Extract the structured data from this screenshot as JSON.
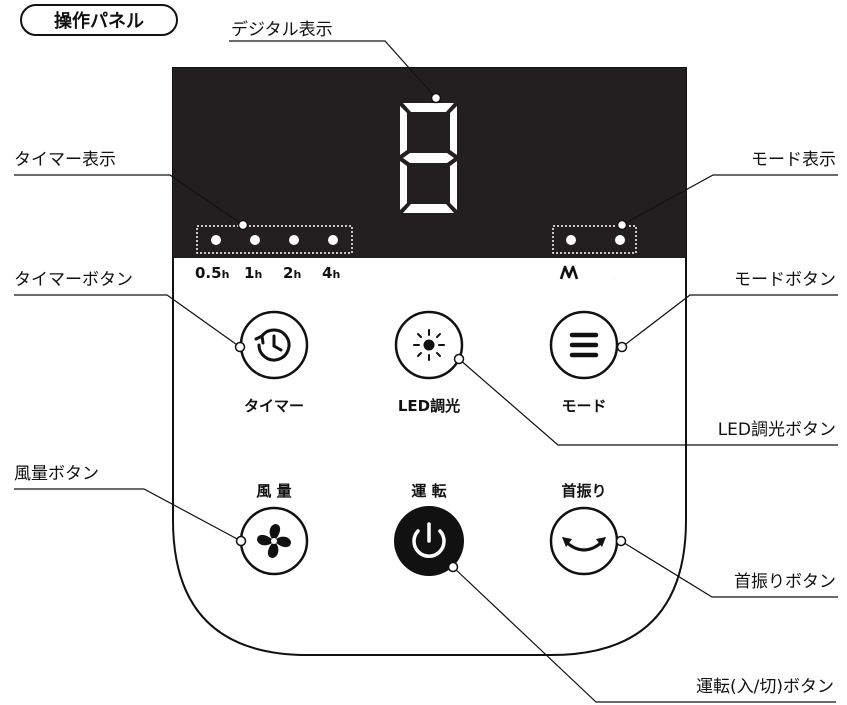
{
  "title": "操作パネル",
  "callouts": {
    "digital": "デジタル表示",
    "timer_display": "タイマー表示",
    "mode_display": "モード表示",
    "timer_button": "タイマーボタン",
    "mode_button": "モードボタン",
    "led_button": "LED調光ボタン",
    "fan_button": "風量ボタン",
    "swing_button": "首振りボタン",
    "power_button": "運転(入/切)ボタン"
  },
  "display": {
    "digit": "8",
    "timer_values": [
      "0.5",
      "1",
      "2",
      "4"
    ],
    "timer_unit": "h"
  },
  "buttons": {
    "timer": "タイマー",
    "led": "LED調光",
    "mode": "モード",
    "fan": "風 量",
    "power": "運 転",
    "swing": "首振り"
  },
  "colors": {
    "display_bg": "#231f20",
    "led": "#ffffff",
    "ink": "#111111"
  }
}
